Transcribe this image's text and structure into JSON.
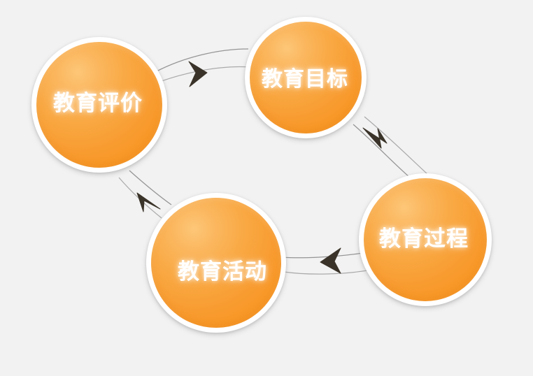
{
  "diagram": {
    "type": "cycle-diagram",
    "background_color": "#f2f2f2",
    "node_color": "#f7941e",
    "node_highlight_color": "#fdc778",
    "node_ring_color": "#ffffff",
    "label_color": "#ffffff",
    "connector_color": "#8c8c8c",
    "arrowhead_color": "#3a3329",
    "nodes": [
      {
        "id": "evaluation",
        "label": "教育评价"
      },
      {
        "id": "goal",
        "label": "教育目标"
      },
      {
        "id": "process",
        "label": "教育过程"
      },
      {
        "id": "activity",
        "label": "教育活动"
      }
    ],
    "connectors": [
      {
        "id": "evaluation-to-goal",
        "from": "evaluation",
        "to": "goal",
        "direction": "right"
      },
      {
        "id": "goal-to-process",
        "from": "goal",
        "to": "process",
        "direction": "down-right"
      },
      {
        "id": "process-to-activity",
        "from": "process",
        "to": "activity",
        "direction": "left"
      },
      {
        "id": "activity-to-evaluation",
        "from": "activity",
        "to": "evaluation",
        "direction": "up-left"
      }
    ]
  }
}
